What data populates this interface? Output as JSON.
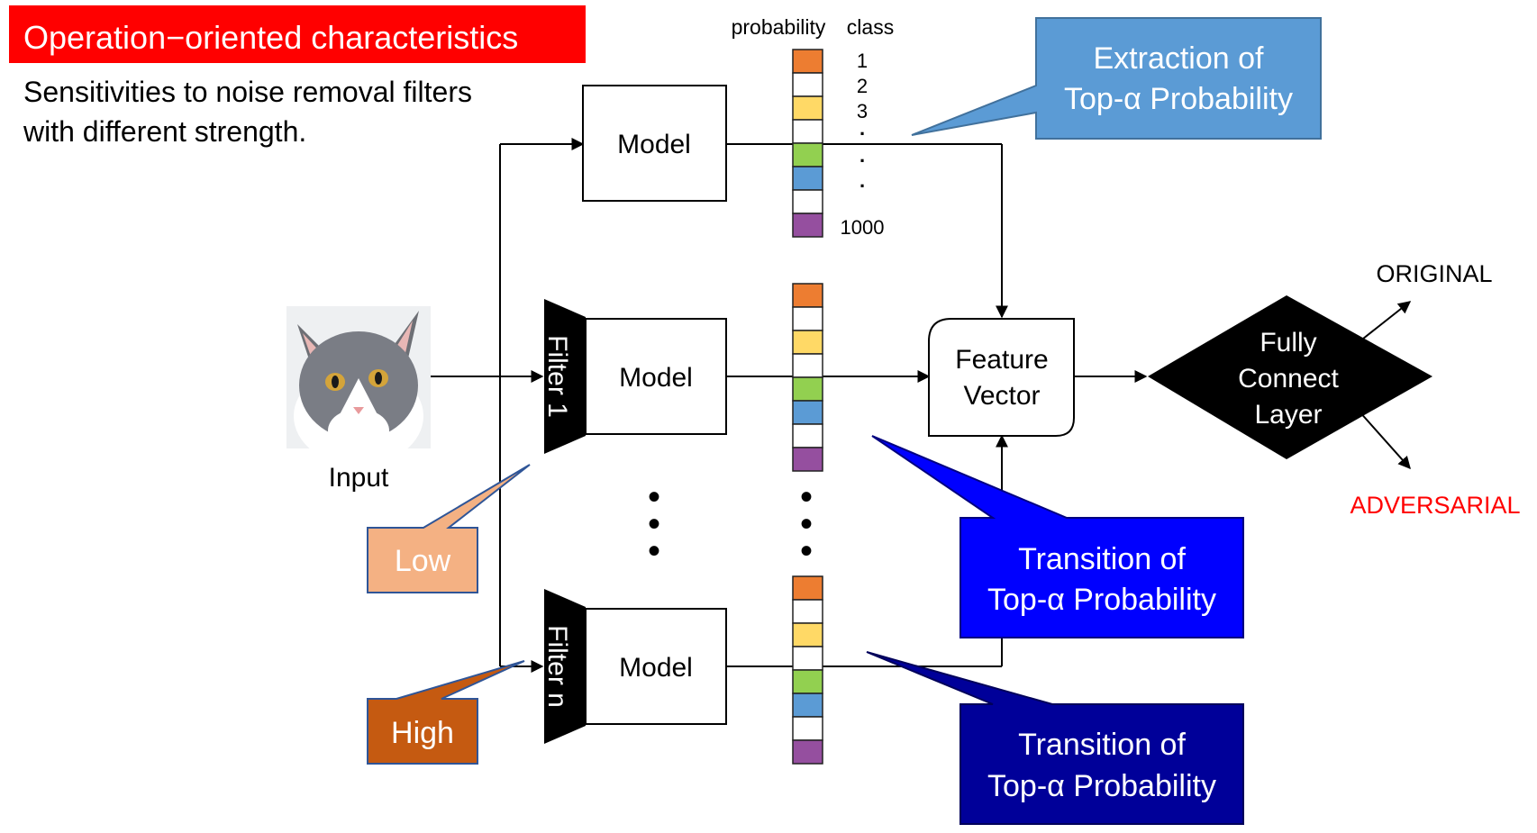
{
  "header": {
    "title": "Operation−oriented characteristics",
    "description_lines": [
      "Sensitivities to noise removal filters",
      "with different strength."
    ]
  },
  "input": {
    "label": "Input",
    "image": "cat-photo"
  },
  "filters": [
    {
      "label": "Filter 1",
      "strength": "Low"
    },
    {
      "label": "Filter n",
      "strength": "High"
    }
  ],
  "model_label": "Model",
  "probability_vector": {
    "column_header_probability": "probability",
    "column_header_class": "class",
    "class_labels": [
      "1",
      "2",
      "3",
      ".",
      ".",
      ".",
      "1000"
    ],
    "cell_colors": [
      "#ED7D31",
      "#FFFFFF",
      "#FFD966",
      "#FFFFFF",
      "#92D050",
      "#5B9BD5",
      "#FFFFFF",
      "#954F9F"
    ]
  },
  "ellipsis": "•",
  "feature_vector": {
    "line1": "Feature",
    "line2": "Vector"
  },
  "classifier": {
    "line1": "Fully",
    "line2": "Connect",
    "line3": "Layer"
  },
  "outputs": {
    "original": "ORIGINAL",
    "adversarial": "ADVERSARIAL"
  },
  "callouts": {
    "extraction": {
      "line1": "Extraction of",
      "line2": "Top-α Probability"
    },
    "transition_1": {
      "line1": "Transition of",
      "line2": "Top-α Probability"
    },
    "transition_2": {
      "line1": "Transition of",
      "line2": "Top-α Probability"
    }
  },
  "colors": {
    "title_bg": "#FF0000",
    "extraction_callout": "#5B9BD5",
    "transition_callout_1": "#0000FF",
    "transition_callout_2": "#000099",
    "low_callout": "#F4B183",
    "high_callout": "#C55A11",
    "adversarial_text": "#FF0000"
  }
}
